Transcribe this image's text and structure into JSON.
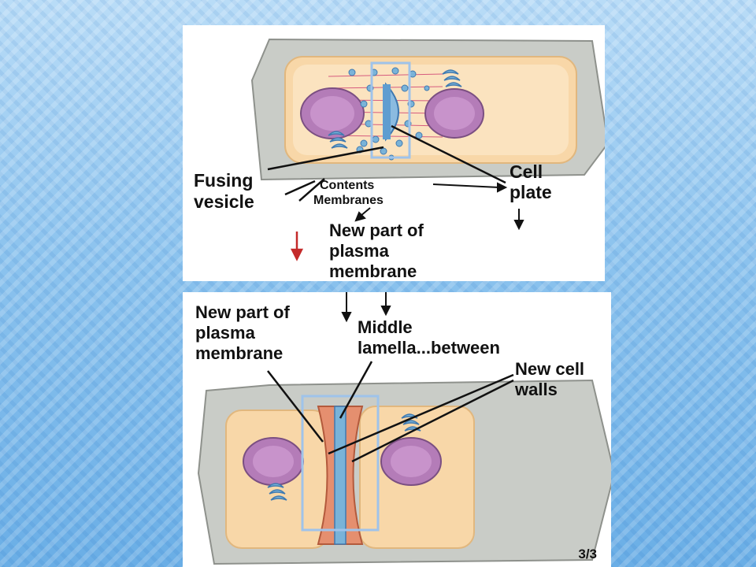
{
  "top_panel": {
    "fusing_vesicle": [
      "Fusing",
      "vesicle"
    ],
    "contents": "Contents",
    "membranes": "Membranes",
    "cell_plate": [
      "Cell",
      "plate"
    ],
    "new_part": [
      "New part of",
      "plasma",
      "membrane"
    ]
  },
  "bottom_panel": {
    "new_part": [
      "New part of",
      "plasma",
      "membrane"
    ],
    "middle_lamella": [
      "Middle",
      "lamella...between"
    ],
    "new_cell_walls": [
      "New cell",
      "walls"
    ],
    "page_number": "3/3"
  },
  "colors": {
    "cell_wall": "#c9ccc7",
    "cytoplasm": "#f8d7a8",
    "nucleus": "#b47cb8",
    "vesicle": "#7ab3d8",
    "new_wall": "#e58f6f",
    "highlight_box": "#9fc3ea",
    "arrow_red": "#c42a2a"
  }
}
